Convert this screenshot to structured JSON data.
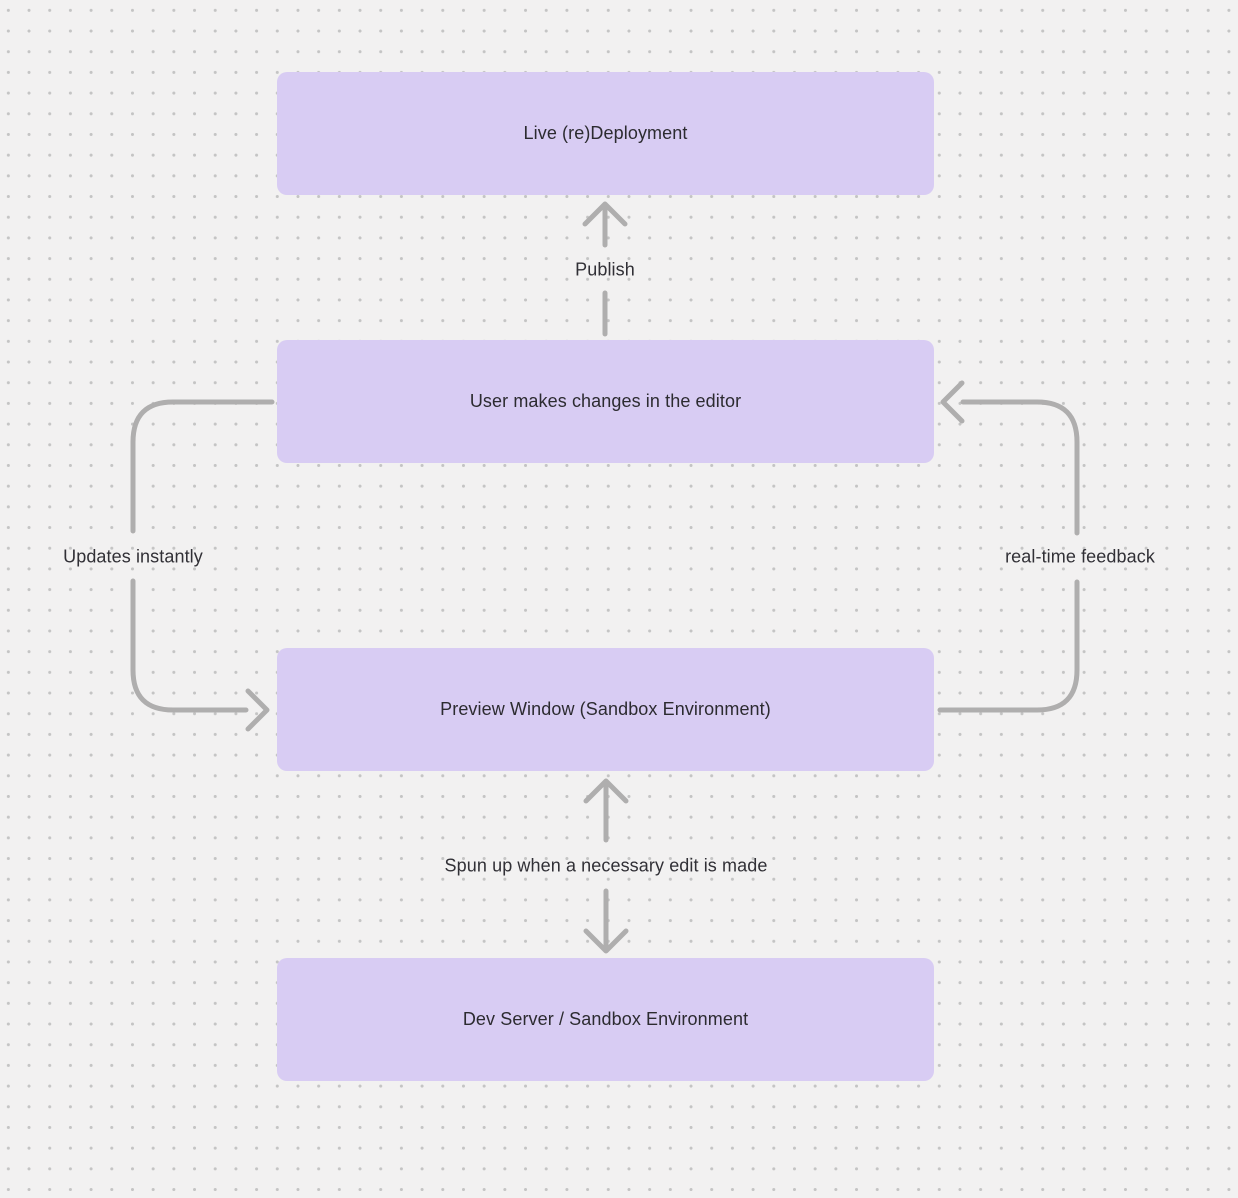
{
  "diagram": {
    "nodes": [
      {
        "id": "live-redeployment",
        "label": "Live (re)Deployment"
      },
      {
        "id": "user-editor",
        "label": "User makes changes in the editor"
      },
      {
        "id": "preview-window",
        "label": "Preview Window (Sandbox Environment)"
      },
      {
        "id": "dev-server",
        "label": "Dev Server / Sandbox Environment"
      }
    ],
    "edge_labels": {
      "publish": "Publish",
      "updates_instantly": "Updates instantly",
      "realtime_feedback": "real-time feedback",
      "spun_up": "Spun up when a necessary edit is made"
    },
    "colors": {
      "background": "#f2f1f1",
      "grid_dot": "#c4c4c4",
      "node_fill": "#d8ccf3",
      "node_text": "#2c2b30",
      "arrow": "#afaeae",
      "label_text": "#313036"
    }
  }
}
